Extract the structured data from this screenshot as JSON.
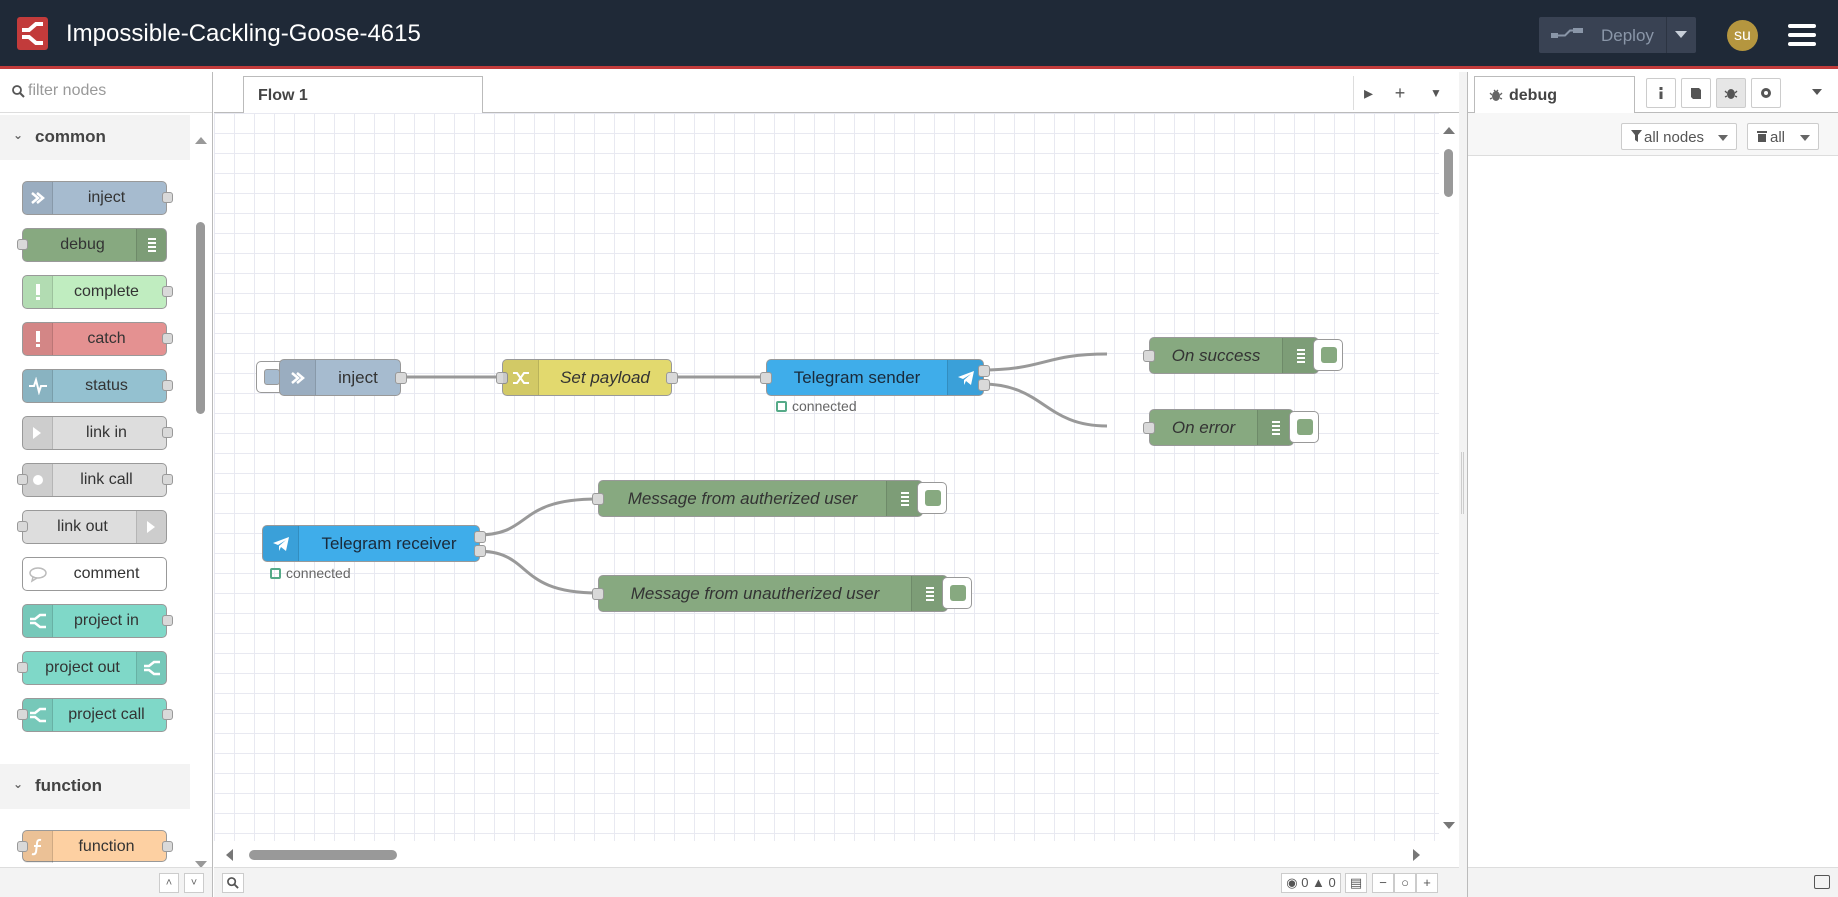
{
  "header": {
    "title": "Impossible-Cackling-Goose-4615",
    "deploy_label": "Deploy",
    "user_initials": "su"
  },
  "palette": {
    "filter_placeholder": "filter nodes",
    "categories": [
      {
        "label": "common"
      },
      {
        "label": "function"
      }
    ],
    "nodes": [
      {
        "label": "inject",
        "color": "#a6bbcf"
      },
      {
        "label": "debug",
        "color": "#87a980"
      },
      {
        "label": "complete",
        "color": "#c0edc0"
      },
      {
        "label": "catch",
        "color": "#e49191"
      },
      {
        "label": "status",
        "color": "#94c1d0"
      },
      {
        "label": "link in",
        "color": "#dddddd"
      },
      {
        "label": "link call",
        "color": "#dddddd"
      },
      {
        "label": "link out",
        "color": "#dddddd"
      },
      {
        "label": "comment",
        "color": "#ffffff"
      },
      {
        "label": "project in",
        "color": "#7fd8c8"
      },
      {
        "label": "project out",
        "color": "#7fd8c8"
      },
      {
        "label": "project call",
        "color": "#7fd8c8"
      },
      {
        "label": "function",
        "color": "#fdd0a2"
      }
    ]
  },
  "workspace": {
    "tab_label": "Flow 1",
    "flow_nodes": [
      {
        "label": "inject",
        "color": "#a6bbcf",
        "icon": "arrow-icon"
      },
      {
        "label": "Set payload",
        "color": "#e2d96e",
        "icon": "shuffle-icon"
      },
      {
        "label": "Telegram sender",
        "color": "#3fadea",
        "icon": "telegram-icon"
      },
      {
        "label": "On success",
        "color": "#87a980",
        "icon": "debug-list-icon"
      },
      {
        "label": "On error",
        "color": "#87a980",
        "icon": "debug-list-icon"
      },
      {
        "label": "Telegram receiver",
        "color": "#3fadea",
        "icon": "telegram-icon"
      },
      {
        "label": "Message from autherized user",
        "color": "#87a980",
        "icon": "debug-list-icon"
      },
      {
        "label": "Message from unautherized user",
        "color": "#87a980",
        "icon": "debug-list-icon"
      }
    ],
    "status_sender": "connected",
    "status_receiver": "connected",
    "error_count": "0",
    "warning_count": "0"
  },
  "sidebar": {
    "tab_label": "debug",
    "filter_label": "all nodes",
    "clear_label": "all"
  }
}
